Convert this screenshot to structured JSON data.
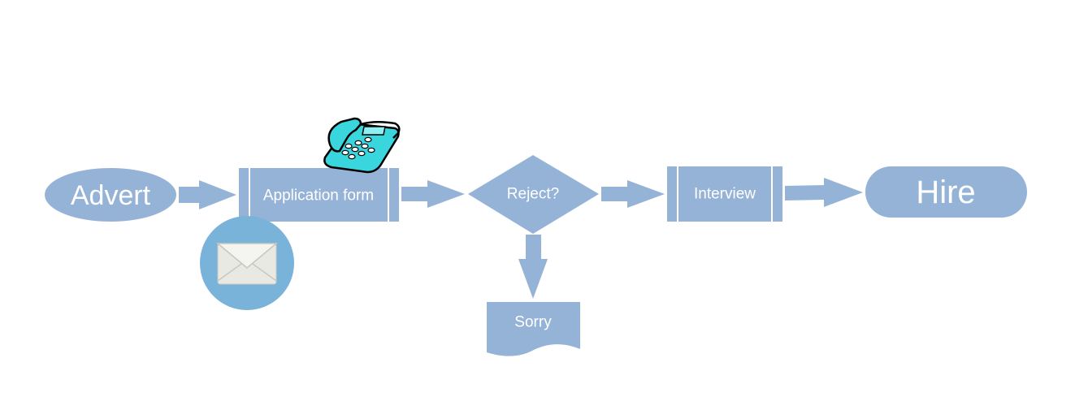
{
  "nodes": {
    "advert": {
      "label": "Advert"
    },
    "application_form": {
      "label": "Application form"
    },
    "reject": {
      "label": "Reject?"
    },
    "sorry": {
      "label": "Sorry"
    },
    "interview": {
      "label": "Interview"
    },
    "hire": {
      "label": "Hire"
    }
  },
  "icons": {
    "phone": "telephone-icon",
    "email": "envelope-icon"
  },
  "colors": {
    "shape_fill": "#95b3d7",
    "email_circle": "#79b3d9",
    "envelope": "#e9e9e4",
    "phone_body": "#3ad6dd"
  }
}
